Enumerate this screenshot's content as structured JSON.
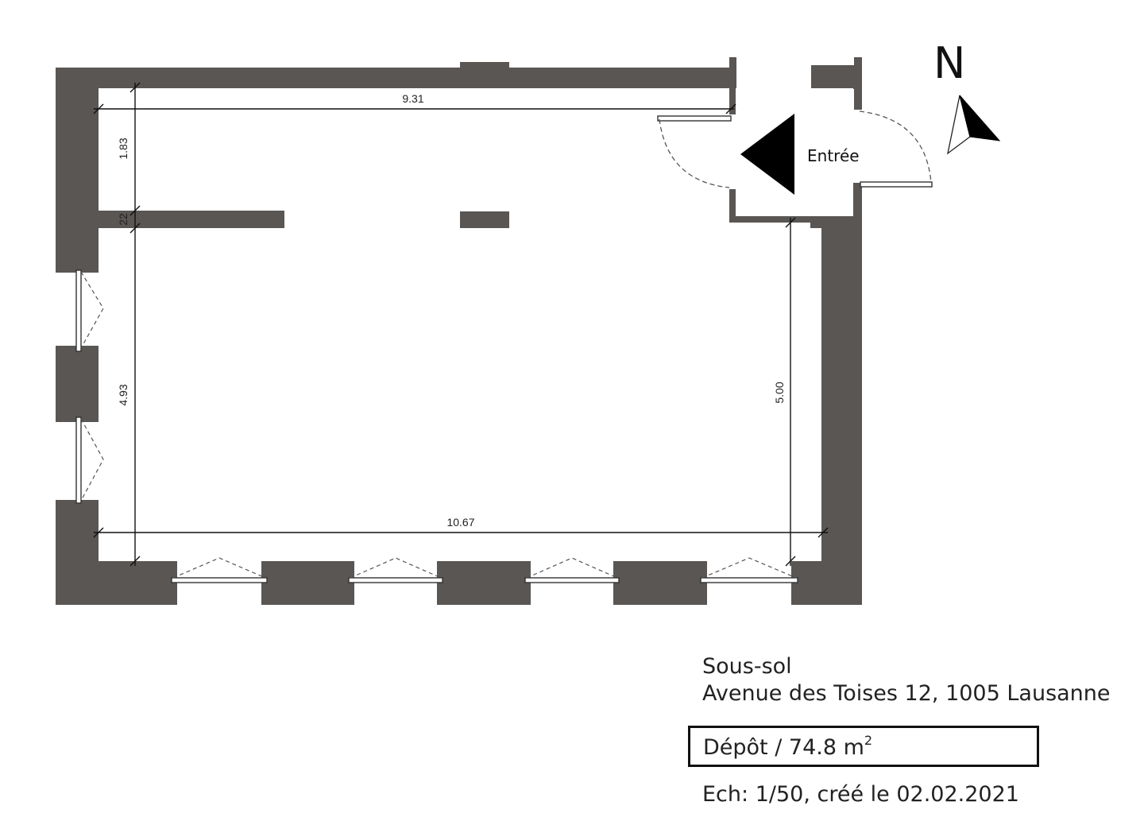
{
  "plan": {
    "entry_label": "Entrée",
    "north_label": "N",
    "dimensions": {
      "top_width": "9.31",
      "bottom_width": "10.67",
      "left_upper_height": "1.83",
      "wall_thickness": "22",
      "left_lower_height": "4.93",
      "right_height": "5.00"
    },
    "colors": {
      "wall": "#595654",
      "line": "#111111",
      "dashed": "#555555"
    }
  },
  "title_block": {
    "floor": "Sous-sol",
    "address": "Avenue des Toises 12, 1005 Lausanne",
    "room_name_area": "Dépôt / 74.8 m",
    "area_unit_exponent": "2",
    "scale_date": "Ech: 1/50, créé le 02.02.2021"
  }
}
